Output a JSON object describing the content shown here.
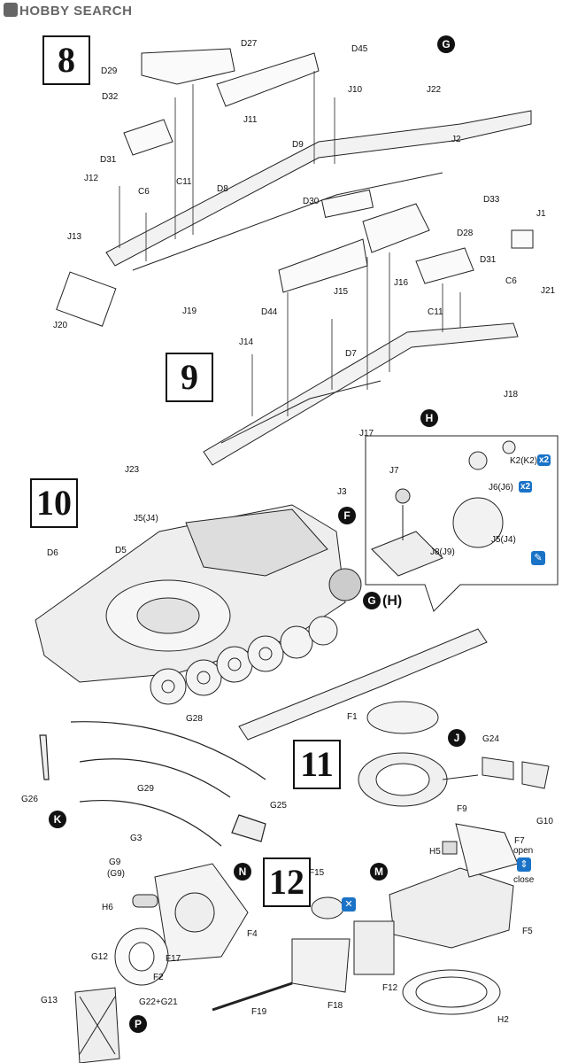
{
  "watermark": "HOBBY SEARCH",
  "steps": [
    "8",
    "9",
    "10",
    "11",
    "12"
  ],
  "callouts": [
    "G",
    "H",
    "F",
    "G",
    "(H)",
    "J",
    "K",
    "N",
    "M",
    "P"
  ],
  "badges": {
    "x2_a": "x2",
    "x2_b": "x2"
  },
  "options": {
    "open": "open",
    "close": "close"
  },
  "parts": {
    "D27": "D27",
    "D45": "D45",
    "D29": "D29",
    "D32": "D32",
    "J10": "J10",
    "J22": "J22",
    "J11": "J11",
    "D9": "D9",
    "J2": "J2",
    "D31a": "D31",
    "J12": "J12",
    "C11a": "C11",
    "D8": "D8",
    "C6a": "C6",
    "D30": "D30",
    "D33": "D33",
    "D28": "D28",
    "J1": "J1",
    "J13": "J13",
    "D31b": "D31",
    "J16": "J16",
    "C6b": "C6",
    "J15": "J15",
    "J21": "J21",
    "J20": "J20",
    "J19": "J19",
    "D44": "D44",
    "C11b": "C11",
    "J14": "J14",
    "D7": "D7",
    "J18": "J18",
    "J17": "J17",
    "J7": "J7",
    "K2": "K2(K2)",
    "J6": "J6(J6)",
    "J5b": "J5(J4)",
    "J8": "J8(J9)",
    "J23": "J23",
    "J3": "J3",
    "J5a": "J5(J4)",
    "D6": "D6",
    "D5": "D5",
    "F1": "F1",
    "G24": "G24",
    "G28": "G28",
    "G29": "G29",
    "G26": "G26",
    "F9": "F9",
    "G10": "G10",
    "G25": "G25",
    "G3": "G3",
    "F7": "F7",
    "H5": "H5",
    "G9": "G9",
    "G9b": "(G9)",
    "F15": "F15",
    "H6": "H6",
    "F4": "F4",
    "F5": "F5",
    "G12": "G12",
    "F17": "F17",
    "F2": "F2",
    "F12": "F12",
    "G13": "G13",
    "G22": "G22+G21",
    "F18": "F18",
    "F19": "F19",
    "H2": "H2"
  }
}
